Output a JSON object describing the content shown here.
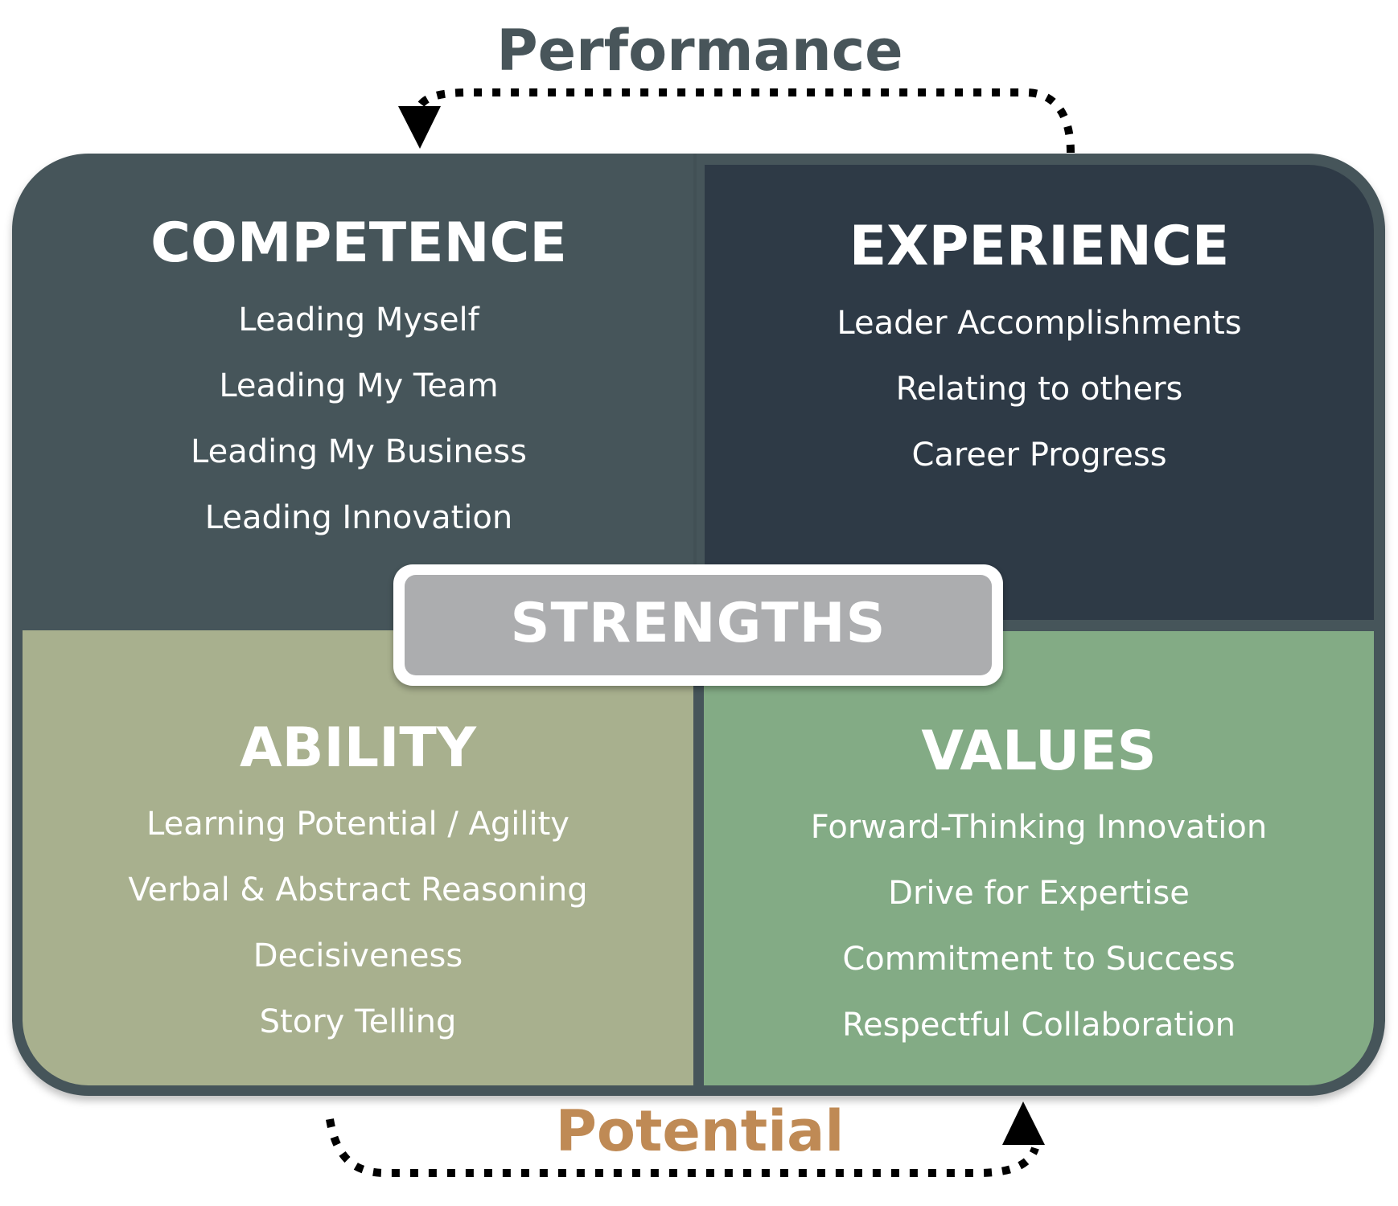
{
  "cycle": {
    "top_label": "Performance",
    "top_label_color": "#48555a",
    "bottom_label": "Potential",
    "bottom_label_color": "#bf8a55",
    "arrow_color": "#000000"
  },
  "center": {
    "label": "STRENGTHS",
    "fill_color": "#acadaf",
    "border_color": "#ffffff"
  },
  "frame": {
    "border_color": "#46555a"
  },
  "quadrants": [
    {
      "position": "top-left",
      "title": "COMPETENCE",
      "color": "#48555a",
      "items": [
        "Leading Myself",
        "Leading My Team",
        "Leading My Business",
        "Leading Innovation"
      ]
    },
    {
      "position": "top-right",
      "title": "EXPERIENCE",
      "color": "#2e3a46",
      "items": [
        "Leader Accomplishments",
        "Relating to others",
        "Career Progress"
      ]
    },
    {
      "position": "bottom-left",
      "title": "ABILITY",
      "color": "#a8b08e",
      "items": [
        "Learning Potential / Agility",
        "Verbal & Abstract Reasoning",
        "Decisiveness",
        "Story Telling"
      ]
    },
    {
      "position": "bottom-right",
      "title": "VALUES",
      "color": "#83ab85",
      "items": [
        "Forward-Thinking Innovation",
        "Drive for Expertise",
        "Commitment to Success",
        "Respectful Collaboration"
      ]
    }
  ]
}
